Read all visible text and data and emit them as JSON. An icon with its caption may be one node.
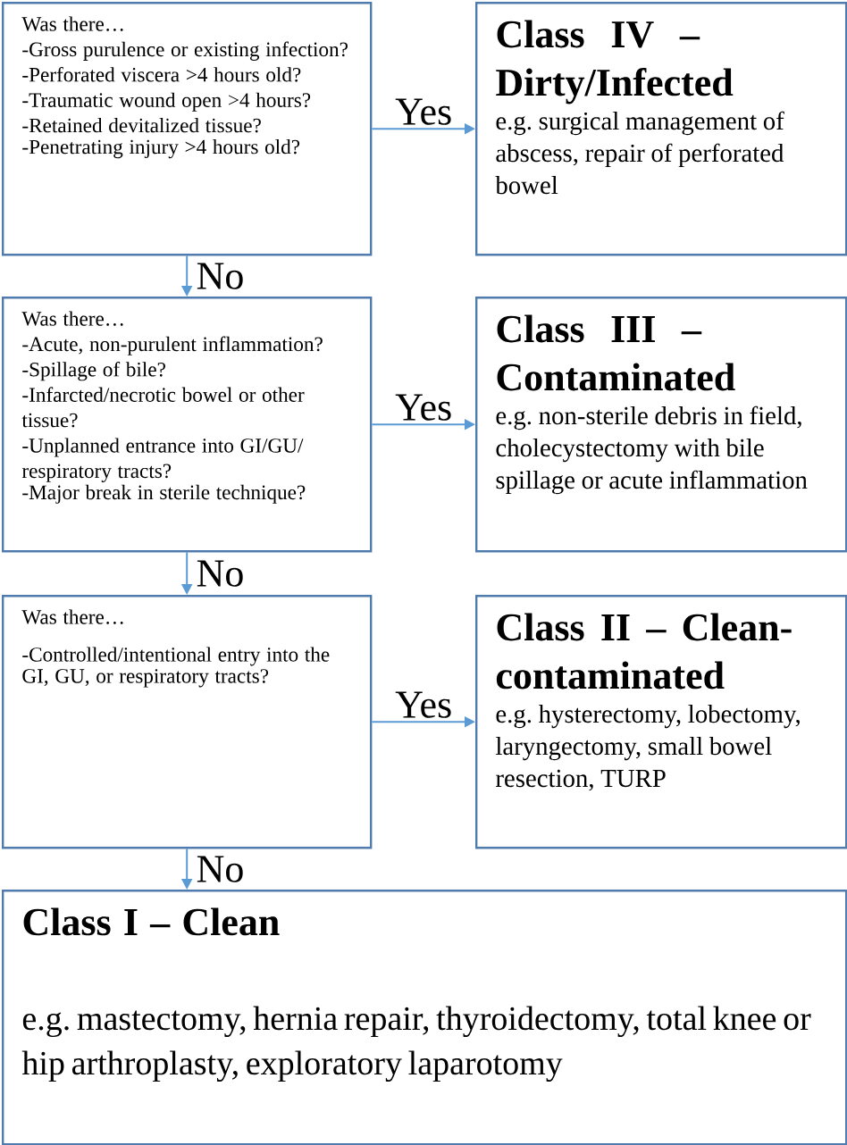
{
  "diagram": {
    "nodes": [
      {
        "text": [
          "Was there…",
          "-Gross purulence or existing infection?",
          "-Perforated viscera >4 hours old?",
          "-Traumatic wound open >4 hours?",
          "-Retained devitalized tissue?",
          "-Penetrating injury >4 hours old?"
        ]
      },
      {
        "text": [
          "Class IV – Dirty/Infected",
          "e.g. surgical management of abscess, repair of perforated bowel"
        ]
      },
      {
        "text": [
          "Was there…",
          "-Acute, non-purulent inflammation?",
          "-Spillage of bile?",
          "-Infarcted/necrotic bowel or other tissue?",
          "-Unplanned entrance into GI/GU/ respiratory tracts?",
          "-Major break in sterile technique?"
        ]
      },
      {
        "text": [
          "Class III – Contaminated",
          "e.g. non-sterile debris in field, cholecystectomy with bile spillage or acute inflammation"
        ]
      },
      {
        "text": [
          "Was there…",
          "-Controlled/intentional entry into the GI, GU, or respiratory tracts?"
        ]
      },
      {
        "text": [
          "Class II – Clean-contaminated",
          "e.g. hysterectomy, lobectomy, laryngectomy, small bowel resection, TURP"
        ]
      },
      {
        "text": [
          "Class I – Clean",
          "e.g. mastectomy, hernia repair, thyroidectomy, total knee or hip arthroplasty, exploratory laparotomy"
        ]
      }
    ],
    "edges": [
      {
        "from": 0,
        "to": 1,
        "arrow": "to",
        "label": "Yes"
      },
      {
        "from": 0,
        "to": 2,
        "arrow": "to",
        "label": "No"
      },
      {
        "from": 2,
        "to": 3,
        "arrow": "to",
        "label": "Yes"
      },
      {
        "from": 2,
        "to": 4,
        "arrow": "to",
        "label": "No"
      },
      {
        "from": 4,
        "to": 5,
        "arrow": "to",
        "label": "Yes"
      },
      {
        "from": 4,
        "to": 6,
        "arrow": "to",
        "label": "No"
      }
    ]
  }
}
